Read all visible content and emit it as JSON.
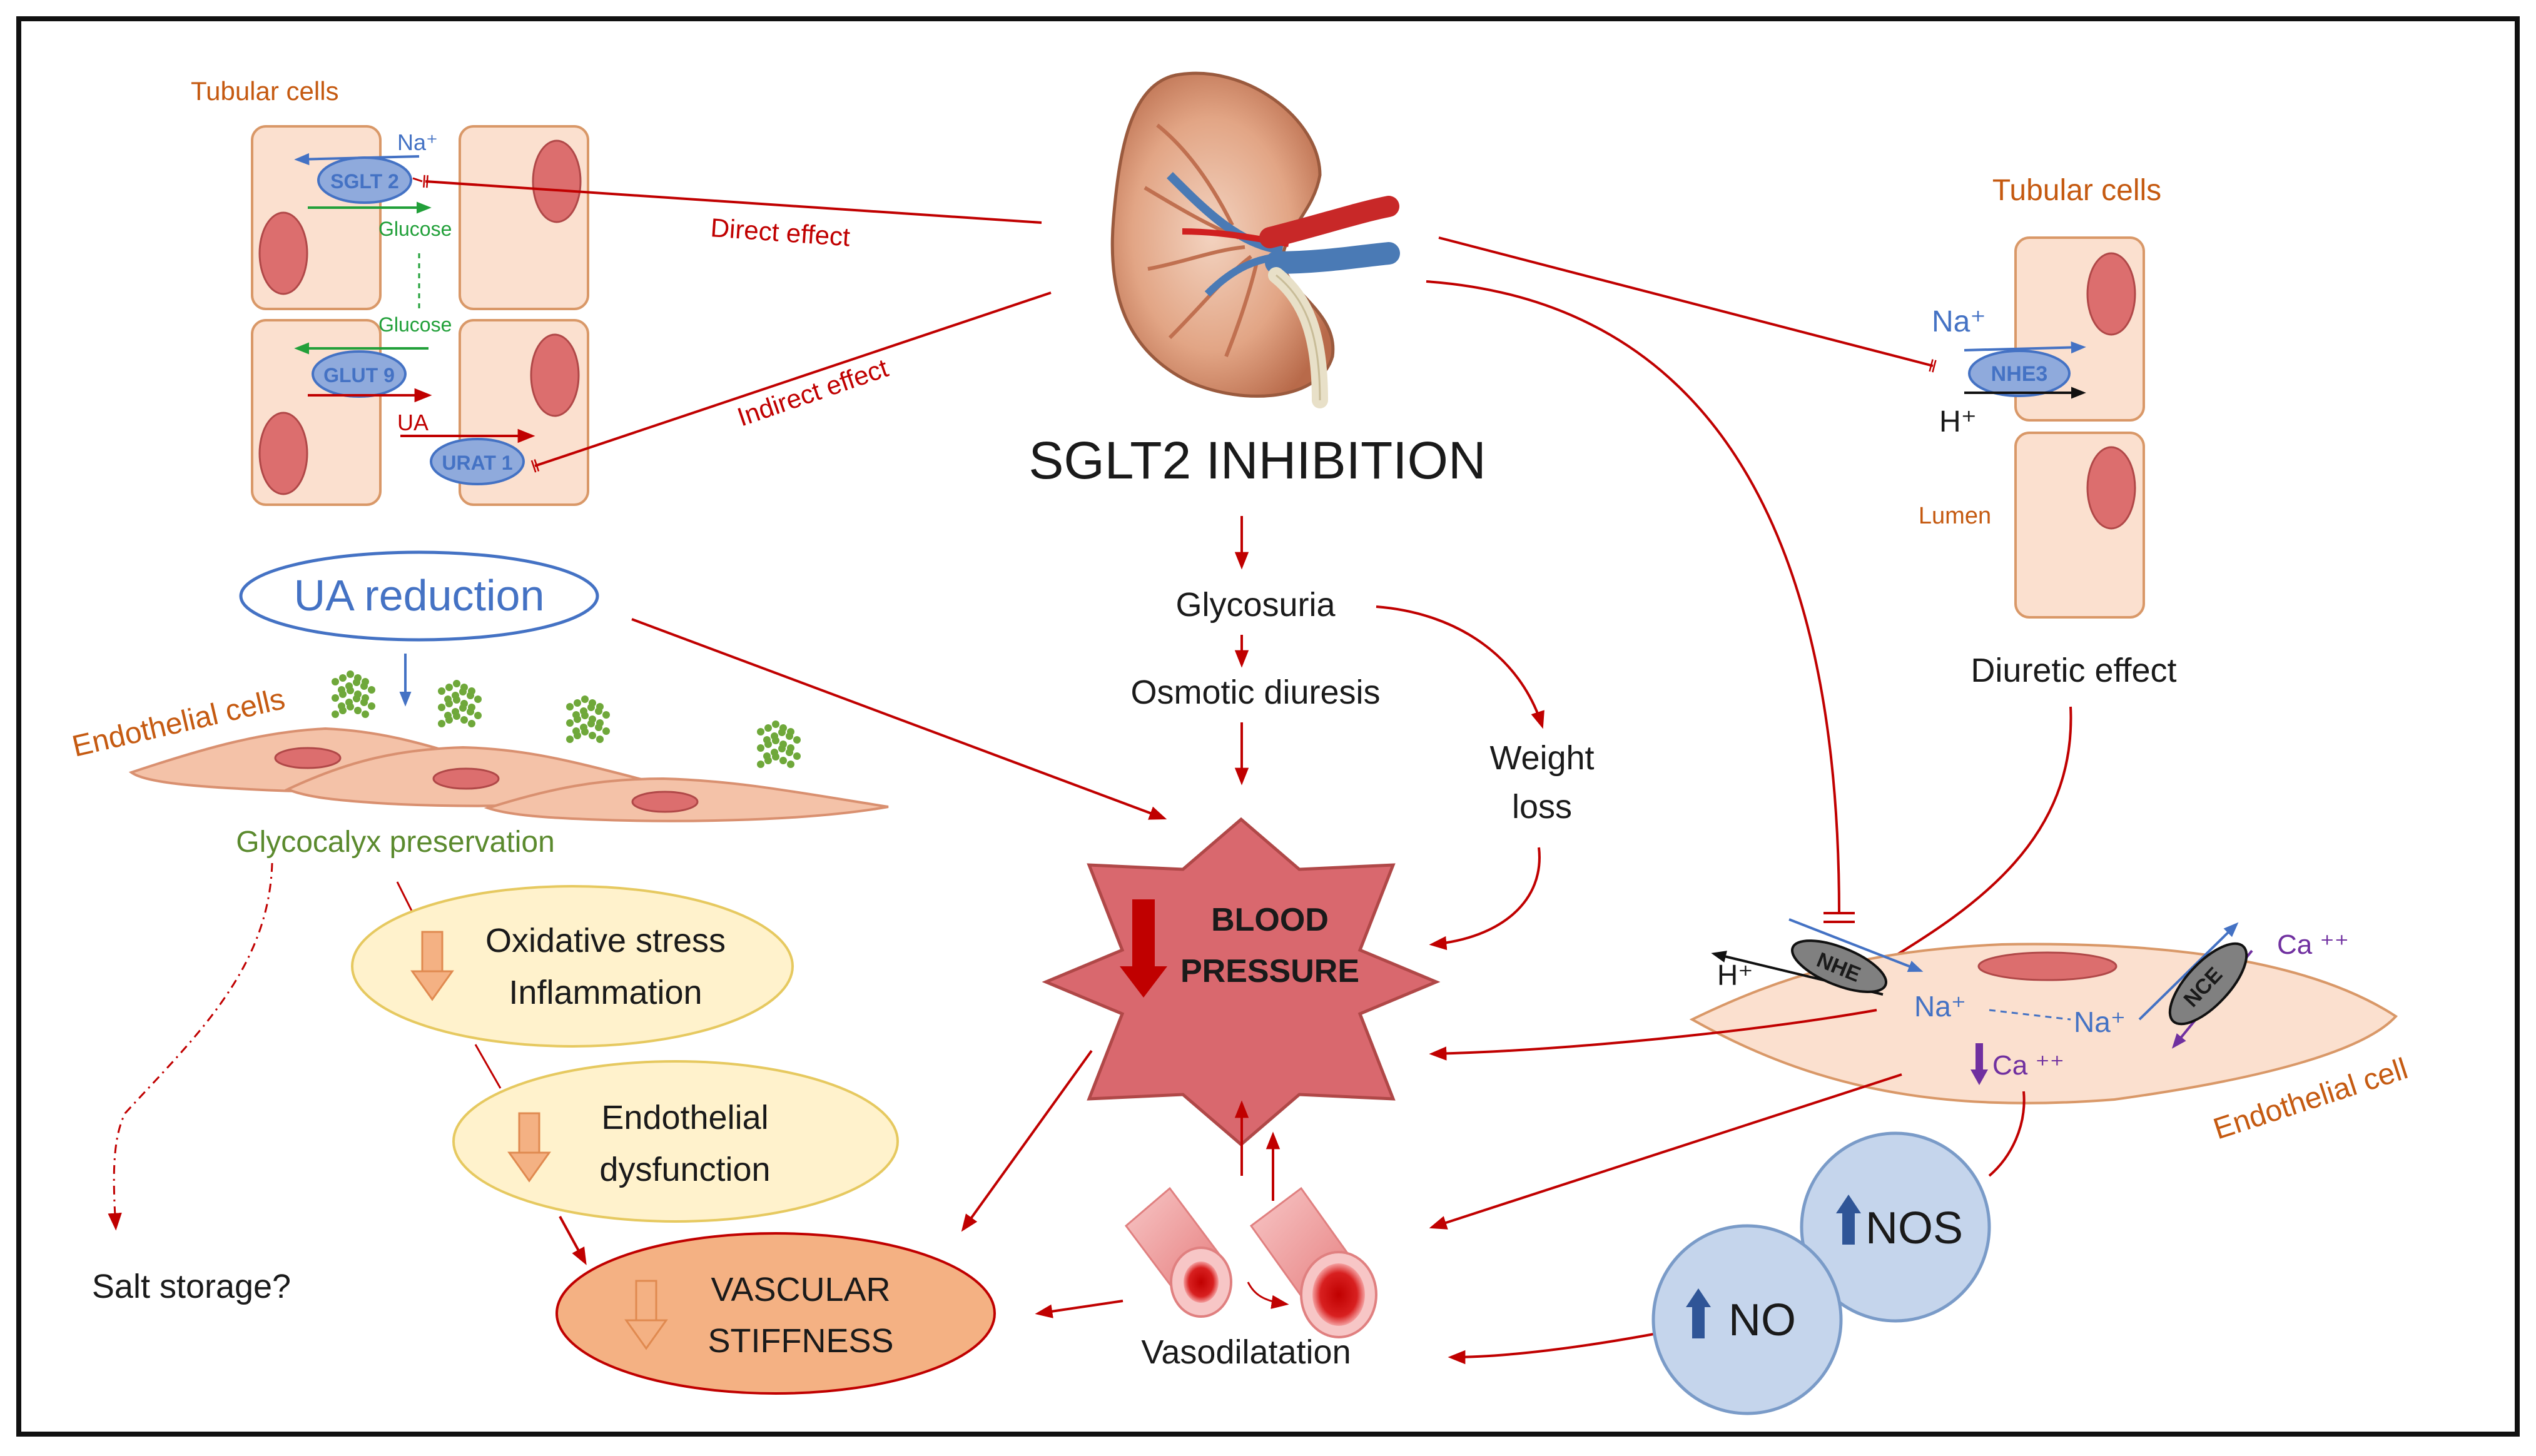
{
  "title": "SGLT2 INHIBITION",
  "tubular_left": {
    "label": "Tubular cells",
    "na": "Na⁺",
    "sglt2": "SGLT 2",
    "glucose_top": "Glucose",
    "glucose_bottom": "Glucose",
    "glut9": "GLUT 9",
    "ua": "UA",
    "urat1": "URAT 1"
  },
  "effects": {
    "direct": "Direct effect",
    "indirect": "Indirect effect"
  },
  "tubular_right": {
    "label": "Tubular cells",
    "na": "Na⁺",
    "nhe3": "NHE3",
    "h": "H⁺",
    "lumen": "Lumen",
    "diuretic": "Diuretic effect"
  },
  "ua_reduction": "UA reduction",
  "endothelial_left": {
    "label": "Endothelial cells",
    "glycocalyx": "Glycocalyx preservation"
  },
  "cascade": {
    "glycosuria": "Glycosuria",
    "osmotic": "Osmotic diuresis",
    "weight_line1": "Weight",
    "weight_line2": "loss"
  },
  "bp": {
    "line1": "BLOOD",
    "line2": "PRESSURE"
  },
  "oxidative": {
    "line1": "Oxidative stress",
    "line2": "Inflammation"
  },
  "endothelial_dys": {
    "line1": "Endothelial",
    "line2": "dysfunction"
  },
  "vascular": {
    "line1": "VASCULAR",
    "line2": "STIFFNESS"
  },
  "salt": "Salt storage?",
  "vasodilatation": "Vasodilatation",
  "endothelial_right": {
    "label": "Endothelial cell",
    "h": "H⁺",
    "nhe": "NHE",
    "na1": "Na⁺",
    "na2": "Na⁺",
    "nce": "NCE",
    "ca_out": "Ca ⁺⁺",
    "ca_in": "Ca ⁺⁺"
  },
  "nos": "NOS",
  "no": "NO",
  "colors": {
    "arrow_red": "#C00000",
    "cell_fill": "#FBE0CF",
    "cell_stroke": "#E0A070",
    "nucleus": "#DC6E6E",
    "transporter": "#8FAADC",
    "circle_fill": "#C5D5EC",
    "oval_yellow": "#FFF2CC",
    "oval_orange": "#F4B183",
    "star": "#D9686E"
  }
}
